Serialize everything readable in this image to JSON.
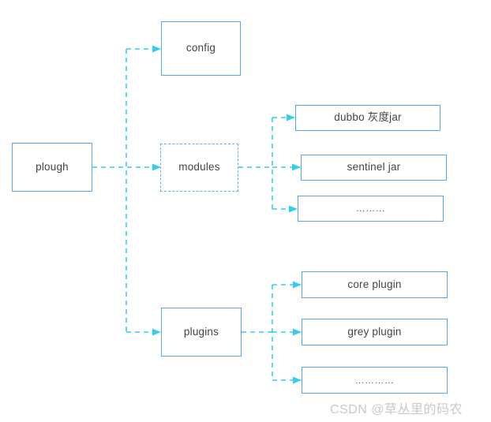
{
  "diagram": {
    "title": "plough module architecture tree",
    "colors": {
      "box_border": "#4FA8E8",
      "box_border_dashed": "#5BB3ED",
      "connector": "#35CDEE",
      "text": "#444444",
      "background": "#FFFFFF",
      "watermark": "#C9C9C9"
    },
    "nodes": {
      "root": {
        "label": "plough",
        "border_style": "solid"
      },
      "config": {
        "label": "config",
        "border_style": "solid"
      },
      "modules": {
        "label": "modules",
        "border_style": "dashed"
      },
      "plugins": {
        "label": "plugins",
        "border_style": "solid"
      },
      "module_dubbo": {
        "label": "dubbo 灰度jar",
        "border_style": "solid"
      },
      "module_sentinel": {
        "label": "sentinel jar",
        "border_style": "solid"
      },
      "module_more": {
        "label": "………",
        "border_style": "solid"
      },
      "plugin_core": {
        "label": "core plugin",
        "border_style": "solid"
      },
      "plugin_grey": {
        "label": "grey plugin",
        "border_style": "solid"
      },
      "plugin_more": {
        "label": "…………",
        "border_style": "solid"
      }
    },
    "watermark": {
      "text": "CSDN @草丛里的码农"
    }
  }
}
